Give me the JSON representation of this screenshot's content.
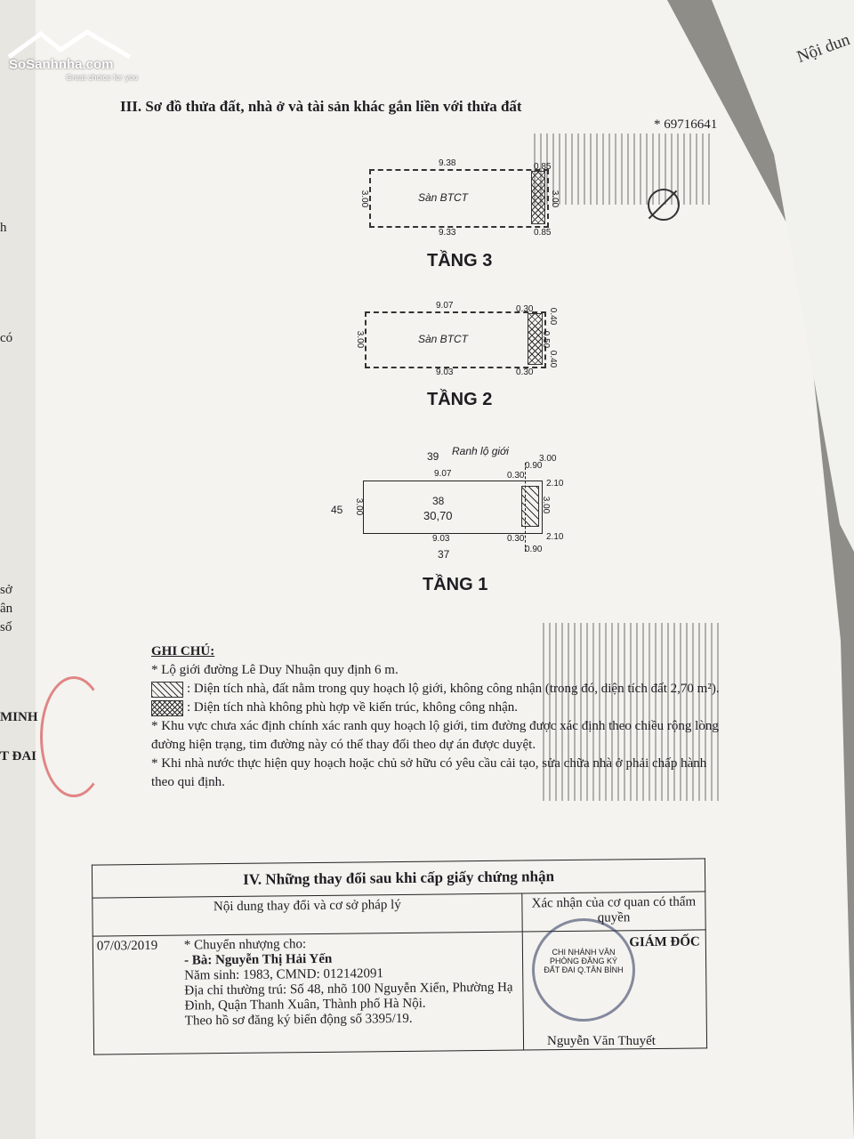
{
  "watermark": {
    "brand": "SoSanhnha.com",
    "tagline": "Great choice for you"
  },
  "right_page": {
    "heading": "Nội dun"
  },
  "left_page_fragments": [
    "h",
    "có",
    "sở",
    "ân",
    "số",
    "MINH",
    "T ĐAI"
  ],
  "section3": {
    "title": "III. Sơ đồ thửa đất, nhà ở và tài sản khác gắn liền với thửa đất",
    "serial": "* 69716641"
  },
  "floors": [
    {
      "name": "TẦNG 3",
      "room": "Sàn BTCT",
      "top": "9.38",
      "bottom": "9.33",
      "side": "3.00",
      "right_dims": [
        "0.85",
        "3.00",
        "0.85"
      ]
    },
    {
      "name": "TẦNG 2",
      "room": "Sàn BTCT",
      "top": "9.07",
      "bottom": "9.03",
      "side": "3.00",
      "right_dims": [
        "0.30",
        "0.40",
        "0.50",
        "0.40",
        "0.30"
      ]
    },
    {
      "name": "TẦNG 1",
      "plot_no": "38",
      "area": "30,70",
      "top": "9.07",
      "bottom": "9.03",
      "side": "3.00",
      "road_line": "Ranh lộ giới",
      "neighbor_top": "39",
      "neighbor_left": "45",
      "neighbor_bottom": "37",
      "right_dims": [
        "0.30",
        "0.90",
        "3.00",
        "2.10",
        "0.30",
        "2.10",
        "3.00",
        "0.90"
      ]
    }
  ],
  "notes": {
    "heading": "GHI CHÚ:",
    "items": [
      "* Lộ giới đường Lê Duy Nhuận quy định 6 m.",
      ": Diện tích nhà, đất nằm trong quy hoạch lộ giới, không công nhận (trong đó, diện tích đất 2,70 m²).",
      ": Diện tích nhà không phù hợp về kiến trúc, không công nhận.",
      "* Khu vực chưa xác định chính xác ranh quy hoạch lộ giới, tim đường được xác định theo chiều rộng lòng đường hiện trạng, tim đường này có thể thay đổi theo dự án được duyệt.",
      "* Khi nhà nước thực hiện quy hoạch hoặc chủ sở hữu có yêu cầu cải tạo, sửa chữa nhà ở phải chấp hành theo qui định."
    ]
  },
  "section4": {
    "title": "IV. Những thay đổi sau khi cấp giấy chứng nhận",
    "col_content": "Nội dung thay đổi và cơ sở pháp lý",
    "col_confirm": "Xác nhận của cơ quan có thẩm quyền",
    "date": "07/03/2019",
    "lines": [
      "* Chuyển nhượng cho:",
      "- Bà: Nguyễn Thị Hải Yến",
      "Năm sinh: 1983, CMND: 012142091",
      "Địa chỉ thường trú: Số 48, nhõ 100 Nguyễn Xiển, Phường Hạ Đình, Quận Thanh Xuân, Thành phố Hà Nội.",
      "Theo hồ sơ đăng ký biến động số 3395/19."
    ],
    "stamp_title": "GIÁM ĐỐC",
    "stamp_text": "CHI NHÁNH VĂN PHÒNG ĐĂNG KÝ ĐẤT ĐAI Q.TÂN BÌNH",
    "signer": "Nguyễn Văn Thuyết"
  }
}
